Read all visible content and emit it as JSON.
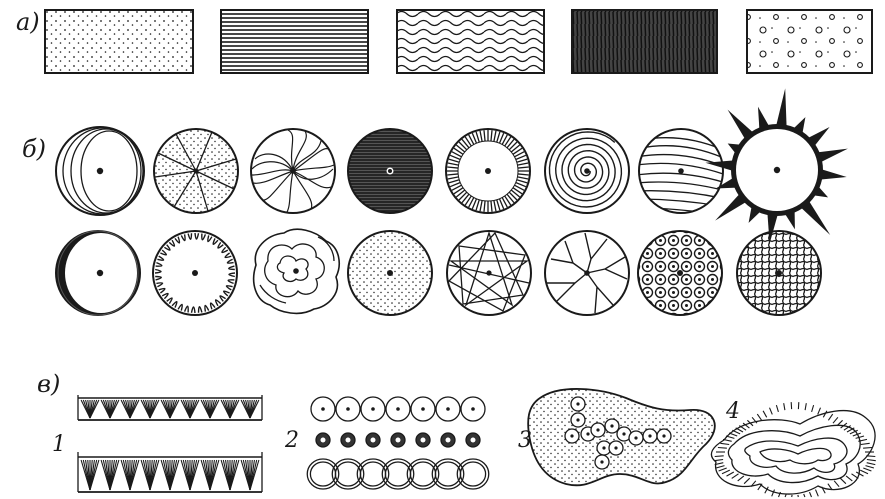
{
  "labels": {
    "a": "а)",
    "b": "б)",
    "v": "в)"
  },
  "numbers": {
    "n1": "1",
    "n2": "2",
    "n3": "3",
    "n4": "4"
  },
  "colors": {
    "ink": "#1a1a1a",
    "paper": "#ffffff"
  }
}
